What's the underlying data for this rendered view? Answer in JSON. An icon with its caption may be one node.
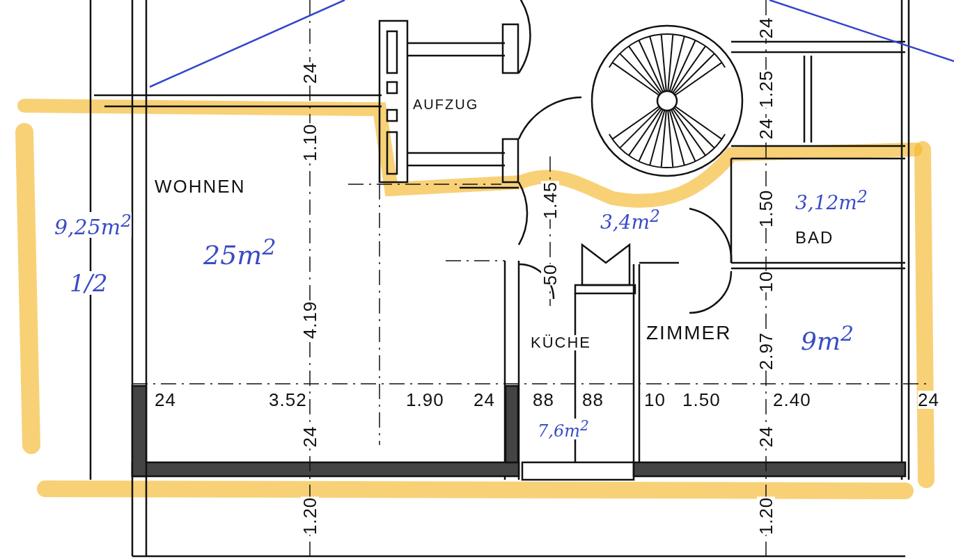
{
  "diagram": {
    "nodes": [
      {
        "text": [
          "AUFZUG"
        ]
      },
      {
        "text": [
          "WOHNEN",
          "25m$^{2}$"
        ]
      },
      {
        "text": [
          "9,25m$^{2}$",
          "1/2"
        ]
      },
      {
        "text": [
          "3,4m$^{2}$"
        ]
      },
      {
        "text": [
          "3,12m$^{2}$",
          "BAD"
        ]
      },
      {
        "text": [
          "KÜCHE",
          "7,6m$^{2}$"
        ]
      },
      {
        "text": [
          "ZIMMER",
          "9m$^{2}$"
        ]
      }
    ],
    "labels": [
      "24",
      "1.25",
      "24",
      "24",
      "1.10",
      "1.45",
      "1.50",
      "50",
      "10",
      "4.19",
      "2.97",
      "24",
      "3.52",
      "1.90",
      "24",
      "88",
      "88",
      "10",
      "1.50",
      "2.40",
      "24",
      "24",
      "24",
      "1.20",
      "1.20"
    ]
  }
}
